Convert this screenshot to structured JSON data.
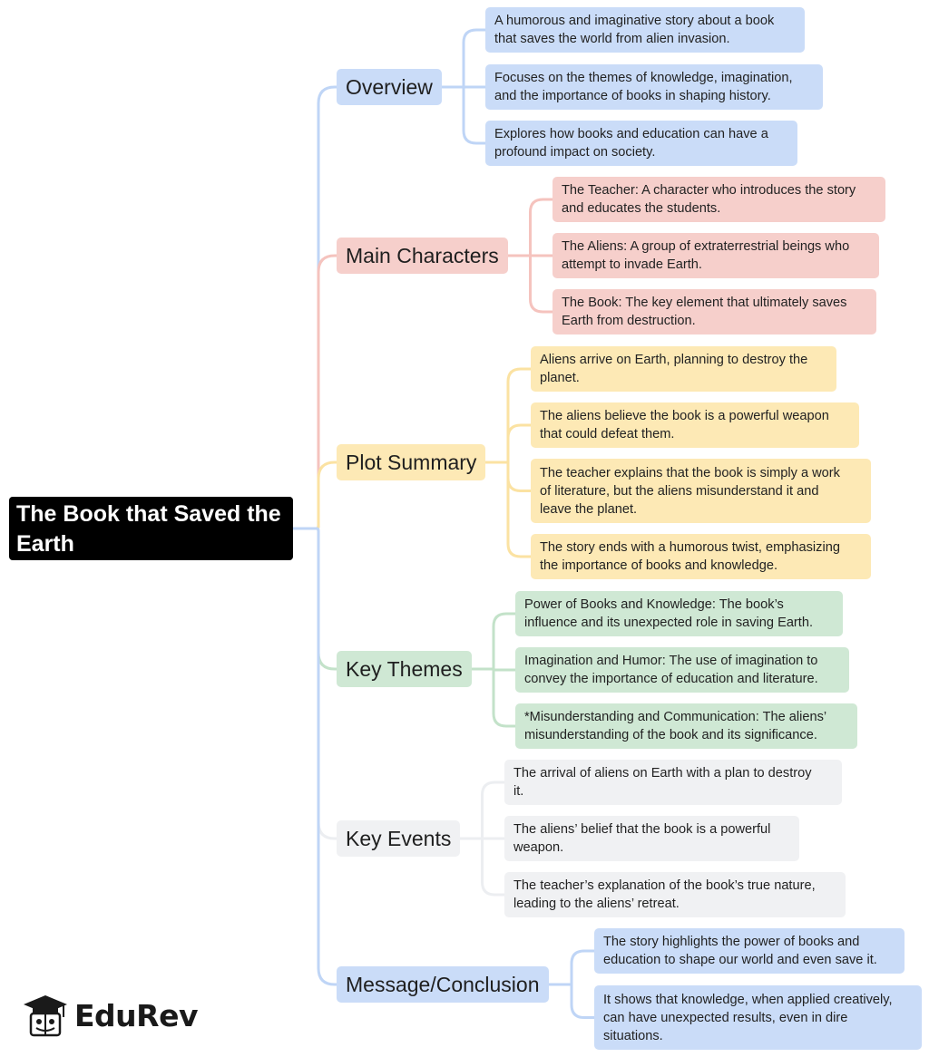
{
  "root": {
    "title": "The Book that Saved the\nEarth"
  },
  "colors": {
    "blue": "#cadcf8",
    "red": "#f6cfcb",
    "yellow": "#fde9b5",
    "green": "#cfe8d4",
    "grey": "#f0f1f3"
  },
  "branches": [
    {
      "label": "Overview",
      "items": [
        "A humorous and imaginative story about a book\nthat saves the world from alien invasion.",
        "Focuses on the themes of knowledge, imagination,\nand the importance of books in shaping history.",
        "Explores how books and education can have a\nprofound impact on society."
      ]
    },
    {
      "label": "Main Characters",
      "items": [
        "The Teacher: A character who introduces the story\nand educates the students.",
        "The Aliens: A group of extraterrestrial beings who\nattempt to invade Earth.",
        "The Book: The key element that ultimately saves\nEarth from destruction."
      ]
    },
    {
      "label": "Plot Summary",
      "items": [
        "Aliens arrive on Earth, planning to destroy the\nplanet.",
        "The aliens believe the book is a powerful weapon\nthat could defeat them.",
        "The teacher explains that the book is simply a work\nof literature, but the aliens misunderstand it and\nleave the planet.",
        "The story ends with a humorous twist, emphasizing\nthe importance of books and knowledge."
      ]
    },
    {
      "label": "Key Themes",
      "items": [
        "Power of Books and Knowledge: The book’s\ninfluence and its unexpected role in saving Earth.",
        "Imagination and Humor: The use of imagination to\nconvey the importance of education and literature.",
        "*Misunderstanding and Communication: The aliens’\nmisunderstanding of the book and its significance."
      ]
    },
    {
      "label": "Key Events",
      "items": [
        "The arrival of aliens on Earth with a plan to destroy\nit.",
        "The aliens’ belief that the book is a powerful\nweapon.",
        "The teacher’s explanation of the book’s true nature,\nleading to the aliens’ retreat."
      ]
    },
    {
      "label": "Message/Conclusion",
      "items": [
        "The story highlights the power of books and\neducation to shape our world and even save it.",
        "It shows that knowledge, when applied creatively,\ncan have unexpected results, even in dire\nsituations."
      ]
    }
  ],
  "logo": {
    "text": "EduRev"
  }
}
